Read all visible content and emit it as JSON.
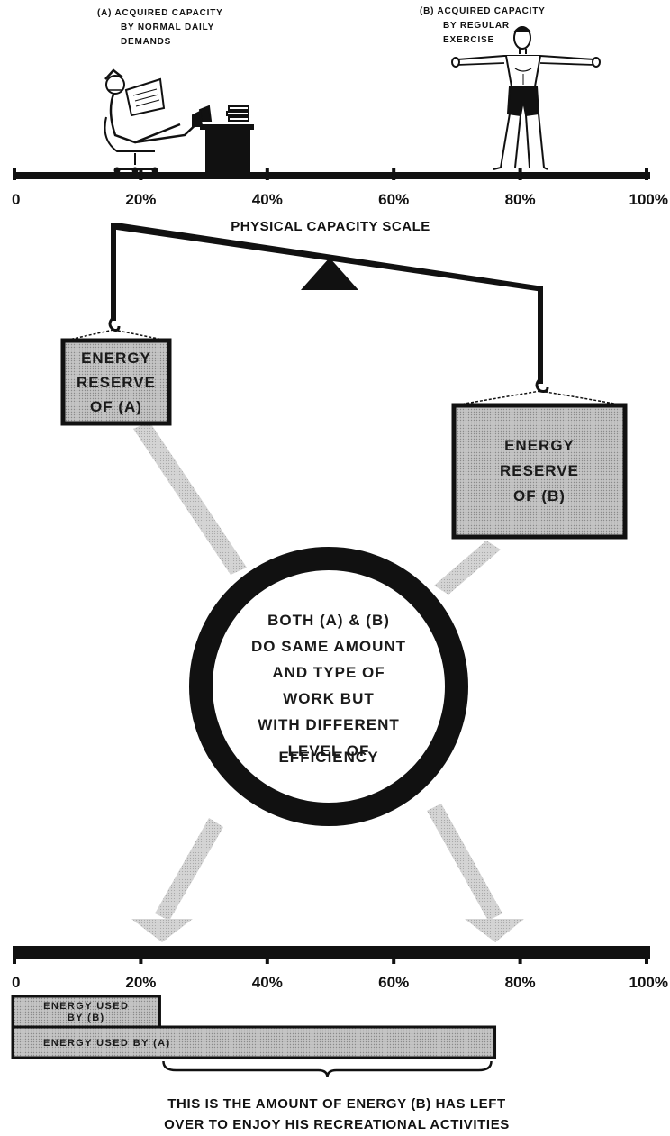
{
  "top_labels": {
    "a": [
      "(A) ACQUIRED CAPACITY",
      "BY NORMAL DAILY",
      "DEMANDS"
    ],
    "b": [
      "(B) ACQUIRED CAPACITY",
      "BY REGULAR",
      "EXERCISE"
    ]
  },
  "scale_ticks": [
    "0",
    "20%",
    "40%",
    "60%",
    "80%",
    "100%"
  ],
  "scale_title": "PHYSICAL CAPACITY SCALE",
  "reserve_a": [
    "ENERGY",
    "RESERVE",
    "OF (A)"
  ],
  "reserve_b": [
    "ENERGY",
    "RESERVE",
    "OF (B)"
  ],
  "circle_text": [
    "BOTH (A) & (B)",
    "DO SAME AMOUNT",
    "AND TYPE OF",
    "WORK BUT",
    "WITH DIFFERENT",
    "LEVEL OF",
    "EFFICIENCY"
  ],
  "bars": {
    "b_label": [
      "ENERGY USED",
      "BY (B)"
    ],
    "a_label": "ENERGY USED BY (A)",
    "b_percent": 23,
    "a_percent": 76
  },
  "figure_positions": {
    "a_percent": 20,
    "b_percent": 80
  },
  "caption": [
    "THIS IS THE AMOUNT OF ENERGY (B) HAS LEFT",
    "OVER TO ENJOY HIS RECREATIONAL ACTIVITIES"
  ],
  "colors": {
    "ink": "#111111",
    "box_fill": "#b5b5b5",
    "arrow": "#c8c8c8"
  }
}
